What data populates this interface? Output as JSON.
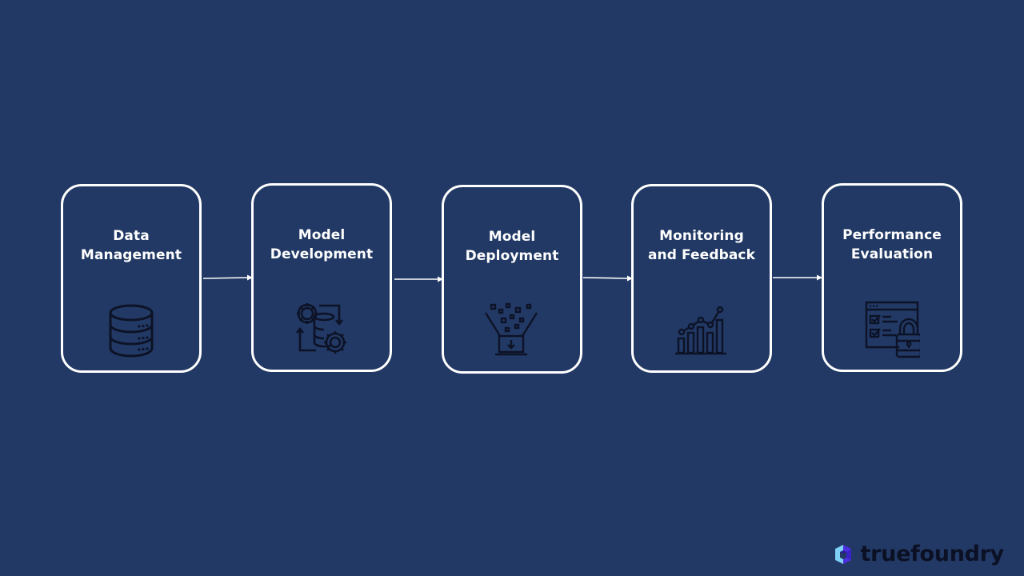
{
  "diagram": {
    "type": "flow",
    "direction": "left-to-right",
    "background_color": "#213964",
    "stroke_color": "#ffffff",
    "icon_color": "#0d1226",
    "steps": [
      {
        "label": "Data\nManagement",
        "icon": "database-icon"
      },
      {
        "label": "Model\nDevelopment",
        "icon": "gears-database-cycle-icon"
      },
      {
        "label": "Model\nDeployment",
        "icon": "laptop-download-icon"
      },
      {
        "label": "Monitoring\nand Feedback",
        "icon": "growth-chart-icon"
      },
      {
        "label": "Performance\nEvaluation",
        "icon": "checklist-lock-icon"
      }
    ],
    "edges": [
      {
        "from": 0,
        "to": 1
      },
      {
        "from": 1,
        "to": 2
      },
      {
        "from": 2,
        "to": 3
      },
      {
        "from": 3,
        "to": 4
      }
    ]
  },
  "branding": {
    "logo_text": "truefoundry",
    "logo_colors": [
      "#7fd0f5",
      "#4b2fe0",
      "#2a1b9a"
    ]
  }
}
